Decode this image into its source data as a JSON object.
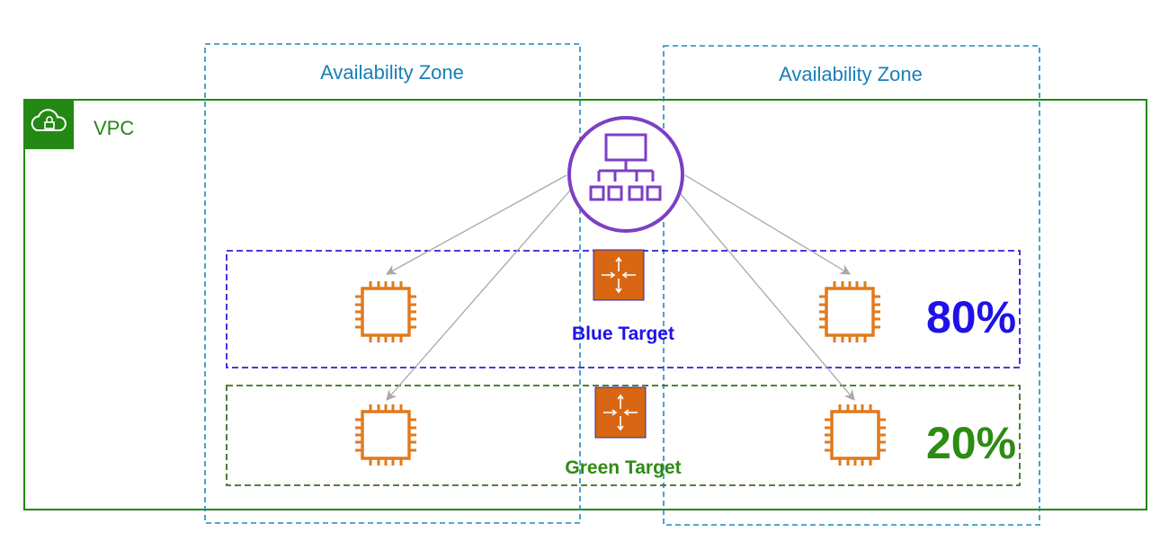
{
  "vpc": {
    "label": "VPC",
    "border_color": "#248814",
    "icon": "vpc-cloud-lock-icon"
  },
  "availability_zones": [
    {
      "label": "Availability Zone"
    },
    {
      "label": "Availability Zone"
    }
  ],
  "load_balancer": {
    "icon": "application-load-balancer-icon",
    "color": "#7d3fc4"
  },
  "target_groups": [
    {
      "label": "Blue Target",
      "percent": "80%",
      "color": "#1f12e6",
      "border_color": "#2c20d8",
      "icon": "target-group-router-icon"
    },
    {
      "label": "Green Target",
      "percent": "20%",
      "color": "#2e8b14",
      "border_color": "#3b6e24",
      "icon": "target-group-router-icon"
    }
  ],
  "instances": [
    {
      "group": "Blue Target",
      "zone": 1,
      "icon": "ec2-instance-chip-icon"
    },
    {
      "group": "Blue Target",
      "zone": 2,
      "icon": "ec2-instance-chip-icon"
    },
    {
      "group": "Green Target",
      "zone": 1,
      "icon": "ec2-instance-chip-icon"
    },
    {
      "group": "Green Target",
      "zone": 2,
      "icon": "ec2-instance-chip-icon"
    }
  ],
  "colors": {
    "az_border": "#1f8ac0",
    "az_text": "#1a7fb8",
    "instance": "#e07a1f",
    "router_fill": "#d86613",
    "arrow": "#a8a8a8"
  }
}
